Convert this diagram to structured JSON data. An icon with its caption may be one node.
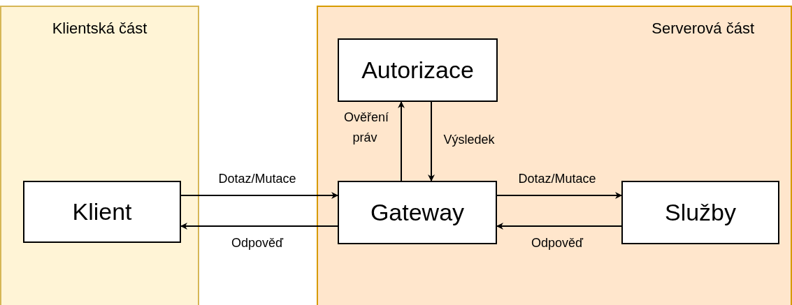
{
  "diagram": {
    "nodes": [
      {
        "text": [
          "Klientská část"
        ]
      },
      {
        "text": [
          "Serverová část"
        ]
      },
      {
        "text": [
          "Klient"
        ],
        "in": 0
      },
      {
        "text": [
          "Autorizace"
        ],
        "in": 1
      },
      {
        "text": [
          "Gateway"
        ],
        "in": 1
      },
      {
        "text": [
          "Služby"
        ],
        "in": 1
      }
    ],
    "edges": [
      {
        "from": 2,
        "to": 4,
        "arrow": "to",
        "label": "Dotaz/Mutace"
      },
      {
        "from": 4,
        "to": 2,
        "arrow": "to",
        "label": "Odpověď"
      },
      {
        "from": 4,
        "to": 3,
        "arrow": "to",
        "label": "Ověření práv"
      },
      {
        "from": 3,
        "to": 4,
        "arrow": "to",
        "label": "Výsledek"
      },
      {
        "from": 4,
        "to": 5,
        "arrow": "to",
        "label": "Dotaz/Mutace"
      },
      {
        "from": 5,
        "to": 4,
        "arrow": "to",
        "label": "Odpověď"
      }
    ]
  }
}
